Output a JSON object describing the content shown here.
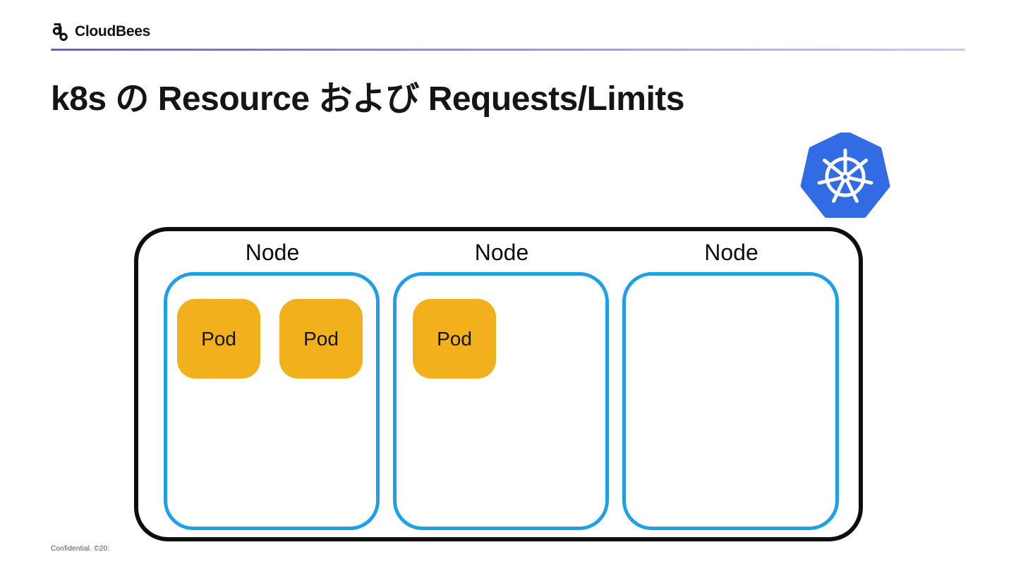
{
  "header": {
    "brand_name": "CloudBees",
    "logo_icon": "cloudbees-mark-icon"
  },
  "title": "k8s の Resource および Requests/Limits",
  "kubernetes_logo": {
    "icon": "kubernetes-helm-icon",
    "shape": "blue heptagon with white ship wheel"
  },
  "cluster": {
    "nodes": [
      {
        "label": "Node",
        "pods": [
          {
            "label": "Pod"
          },
          {
            "label": "Pod"
          }
        ]
      },
      {
        "label": "Node",
        "pods": [
          {
            "label": "Pod"
          }
        ]
      },
      {
        "label": "Node",
        "pods": []
      }
    ]
  },
  "footer": {
    "text": "Confidential. ©20:"
  },
  "colors": {
    "accent_line_start": "#6a5ecf",
    "accent_line_end": "#cbc7ee",
    "node_border": "#1e9fe6",
    "pod_fill": "#f2b01d",
    "kubernetes_blue": "#326ce5",
    "ink": "#111111"
  }
}
